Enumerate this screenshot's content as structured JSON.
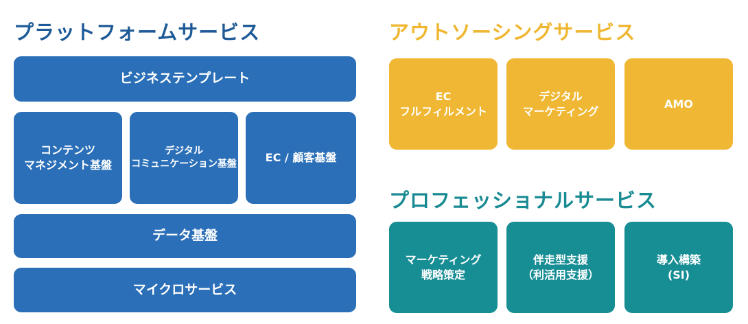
{
  "platform": {
    "title": "プラットフォームサービス",
    "business_template": "ビジネステンプレート",
    "contents": {
      "line1": "コンテンツ",
      "line2": "マネジメント基盤"
    },
    "digital_comm": {
      "line1": "デジタル",
      "line2": "コミュニケーション基盤"
    },
    "ec_customer": "EC / 顧客基盤",
    "data": "データ基盤",
    "microservice": "マイクロサービス"
  },
  "outsourcing": {
    "title": "アウトソーシングサービス",
    "ec": {
      "line1": "EC",
      "line2": "フルフィルメント"
    },
    "digital_marketing": {
      "line1": "デジタル",
      "line2": "マーケティング"
    },
    "amo": "AMO"
  },
  "professional": {
    "title": "プロフェッショナルサービス",
    "strategy": {
      "line1": "マーケティング",
      "line2": "戦略策定"
    },
    "support": {
      "line1": "伴走型支援",
      "line2": "（利活用支援）"
    },
    "si": {
      "line1": "導入構築",
      "line2": "(SI)"
    }
  },
  "colors": {
    "platform": "#2a6fb7",
    "outsourcing": "#efb733",
    "professional": "#178d94"
  }
}
